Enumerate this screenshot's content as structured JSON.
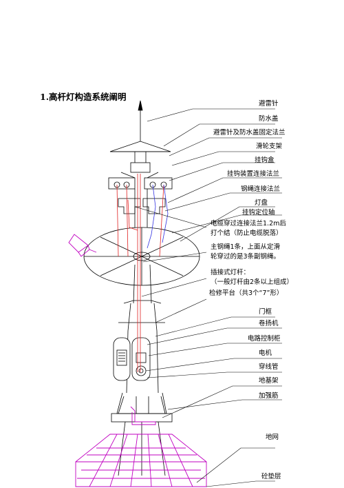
{
  "title": "1.高杆灯构造系统阐明",
  "labels": [
    {
      "id": "lightning-rod",
      "lines": [
        "避雷针"
      ]
    },
    {
      "id": "rain-cover",
      "lines": [
        "防水盖"
      ]
    },
    {
      "id": "rod-cover-flange",
      "lines": [
        "避雷针及防水盖固定法兰"
      ]
    },
    {
      "id": "pulley-bracket",
      "lines": [
        "滑轮支架"
      ]
    },
    {
      "id": "hook-box",
      "lines": [
        "挂钩盒"
      ]
    },
    {
      "id": "hook-flange",
      "lines": [
        "挂钩装置连接法兰"
      ]
    },
    {
      "id": "rope-flange",
      "lines": [
        "钢绳连接法兰"
      ]
    },
    {
      "id": "lamp-disk",
      "lines": [
        "灯盘"
      ]
    },
    {
      "id": "hook-positioning-shaft",
      "lines": [
        "挂钩定位轴"
      ]
    },
    {
      "id": "cable-flange",
      "lines": [
        "电缆穿过连接法兰1.2m后",
        "打个结（防止电缆脱落）"
      ]
    },
    {
      "id": "main-rope",
      "lines": [
        "主钢绳1条，上面从定滑",
        "轮穿过的是3条副钢绳。"
      ]
    },
    {
      "id": "socket-pole",
      "lines": [
        "插接式灯杆：",
        "（一般灯杆由2条以上组成）"
      ]
    },
    {
      "id": "platform",
      "lines": [
        "检修平台（共3个“7”形）"
      ]
    },
    {
      "id": "door-frame",
      "lines": [
        "门框"
      ]
    },
    {
      "id": "winch",
      "lines": [
        "卷扬机"
      ]
    },
    {
      "id": "control-board",
      "lines": [
        "电路控制柜"
      ]
    },
    {
      "id": "motor",
      "lines": [
        "电机"
      ]
    },
    {
      "id": "conduit",
      "lines": [
        "穿线管"
      ]
    },
    {
      "id": "foundation-frame",
      "lines": [
        "地基架"
      ]
    },
    {
      "id": "stiffener",
      "lines": [
        "加强筋"
      ]
    },
    {
      "id": "ground-net",
      "lines": [
        "地网"
      ]
    },
    {
      "id": "concrete-pad",
      "lines": [
        "砼垫层"
      ]
    }
  ],
  "colors": {
    "line": "#000000",
    "red_rope": "#e02020",
    "blue_rope": "#3030e0",
    "magenta": "#c000c0"
  }
}
